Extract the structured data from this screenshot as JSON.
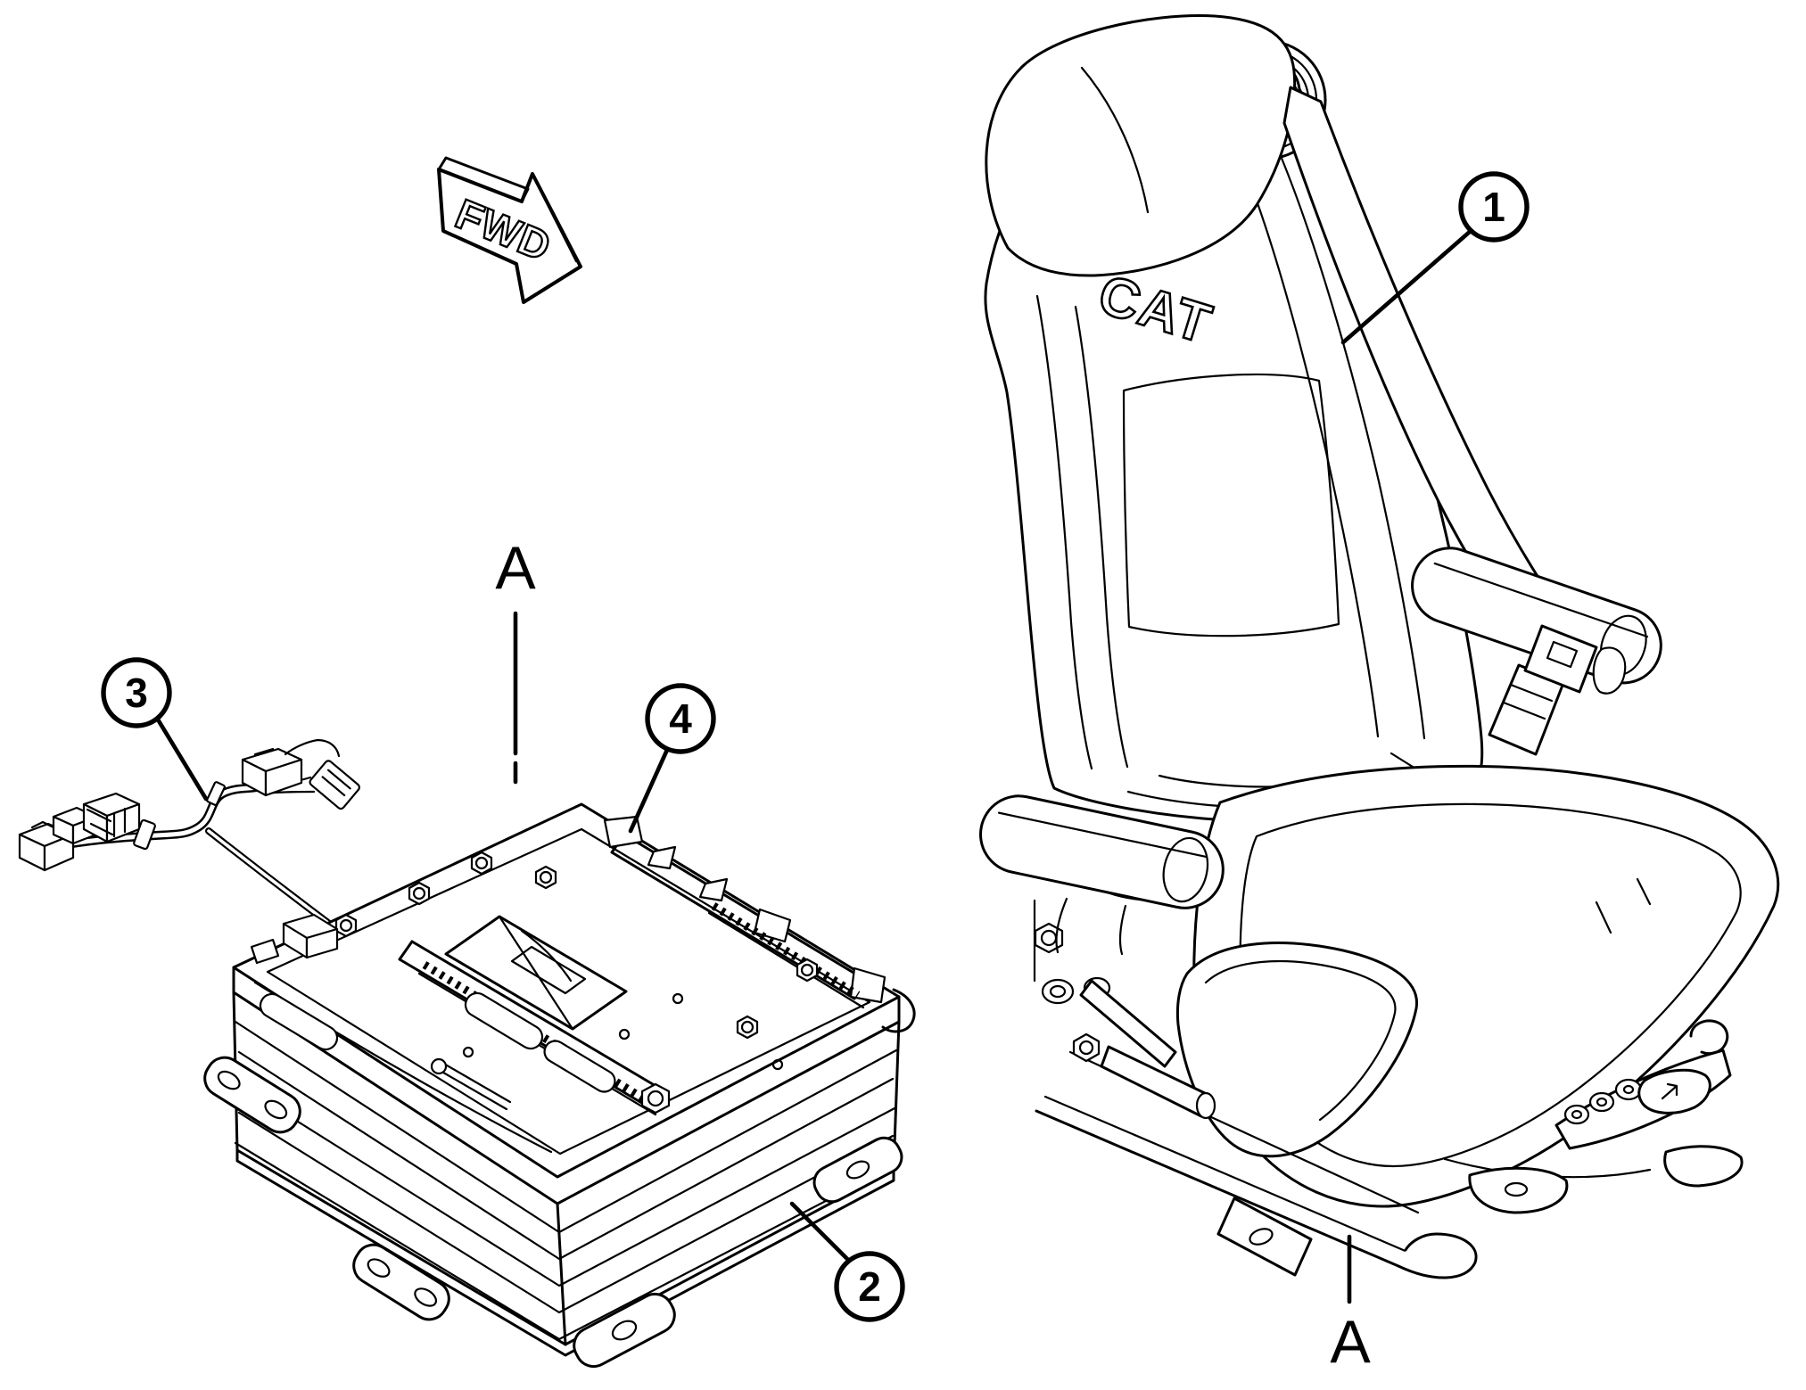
{
  "figure": {
    "background_color": "#ffffff",
    "line_color": "#000000",
    "direction_arrow": {
      "label": "FWD"
    },
    "seat_logo": "CAT",
    "section_view": {
      "top_marker": "A",
      "bottom_marker": "A"
    },
    "callouts": [
      {
        "number": "1",
        "part": "seat-assembly"
      },
      {
        "number": "2",
        "part": "suspension-assembly"
      },
      {
        "number": "3",
        "part": "wiring-harness"
      },
      {
        "number": "4",
        "part": "slide-rail-bracket"
      }
    ]
  }
}
